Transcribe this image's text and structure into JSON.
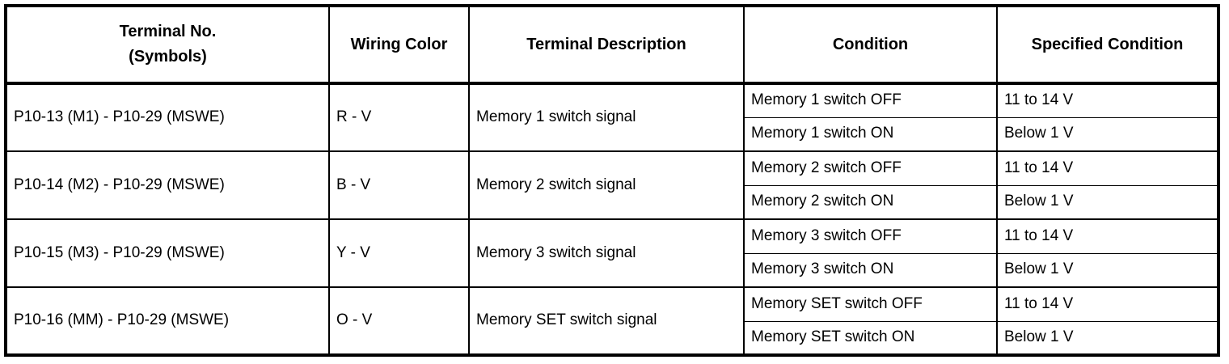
{
  "table": {
    "headers": [
      {
        "line1": "Terminal No.",
        "line2": "(Symbols)"
      },
      {
        "line1": "Wiring Color",
        "line2": ""
      },
      {
        "line1": "Terminal Description",
        "line2": ""
      },
      {
        "line1": "Condition",
        "line2": ""
      },
      {
        "line1": "Specified Condition",
        "line2": ""
      }
    ],
    "groups": [
      {
        "terminal": "P10-13 (M1) - P10-29 (MSWE)",
        "wiring_color": "R - V",
        "description": "Memory 1 switch signal",
        "rows": [
          {
            "condition": "Memory 1 switch OFF",
            "specified": "11 to 14 V"
          },
          {
            "condition": "Memory 1 switch ON",
            "specified": "Below 1 V"
          }
        ]
      },
      {
        "terminal": "P10-14 (M2) - P10-29 (MSWE)",
        "wiring_color": "B - V",
        "description": "Memory 2 switch signal",
        "rows": [
          {
            "condition": "Memory 2 switch OFF",
            "specified": "11 to 14 V"
          },
          {
            "condition": "Memory 2 switch ON",
            "specified": "Below 1 V"
          }
        ]
      },
      {
        "terminal": "P10-15 (M3) - P10-29 (MSWE)",
        "wiring_color": "Y - V",
        "description": "Memory 3 switch signal",
        "rows": [
          {
            "condition": "Memory 3 switch OFF",
            "specified": "11 to 14 V"
          },
          {
            "condition": "Memory 3 switch ON",
            "specified": "Below 1 V"
          }
        ]
      },
      {
        "terminal": "P10-16 (MM) - P10-29 (MSWE)",
        "wiring_color": "O - V",
        "description": "Memory SET switch signal",
        "rows": [
          {
            "condition": "Memory SET switch OFF",
            "specified": "11 to 14 V"
          },
          {
            "condition": "Memory SET switch ON",
            "specified": "Below 1 V"
          }
        ]
      }
    ]
  },
  "colors": {
    "border": "#000000",
    "text": "#000000",
    "background": "#ffffff"
  }
}
